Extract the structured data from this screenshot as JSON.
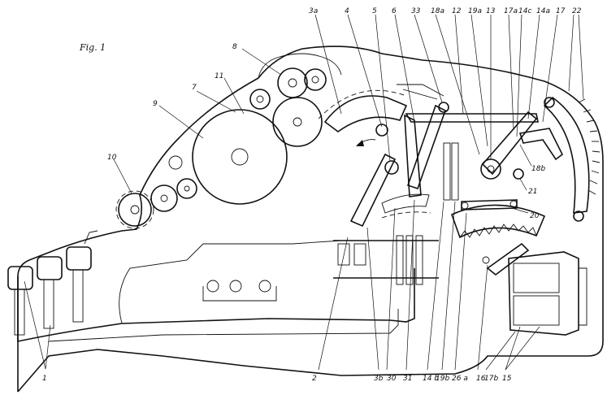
{
  "figure": {
    "title": "Fig. 1"
  },
  "labels": {
    "l1": "1",
    "l2": "2",
    "l3a": "3a",
    "l3b": "3b",
    "l4": "4",
    "l5": "5",
    "l6": "6",
    "l7": "7",
    "l8": "8",
    "l9": "9",
    "l10": "10",
    "l11": "11",
    "l12": "12",
    "l13": "13",
    "l14a": "14a",
    "l14b": "14 b",
    "l14c": "14c",
    "l15": "15",
    "l16": "16",
    "l17": "17",
    "l17a": "17a",
    "l17b": "17b",
    "l18a": "18a",
    "l18b": "18b",
    "l19a": "19a",
    "l19b": "19b",
    "l20": "20",
    "l21": "21",
    "l22": "22",
    "l26a": "26 a",
    "l30": "30",
    "l31": "31",
    "l33": "33"
  }
}
